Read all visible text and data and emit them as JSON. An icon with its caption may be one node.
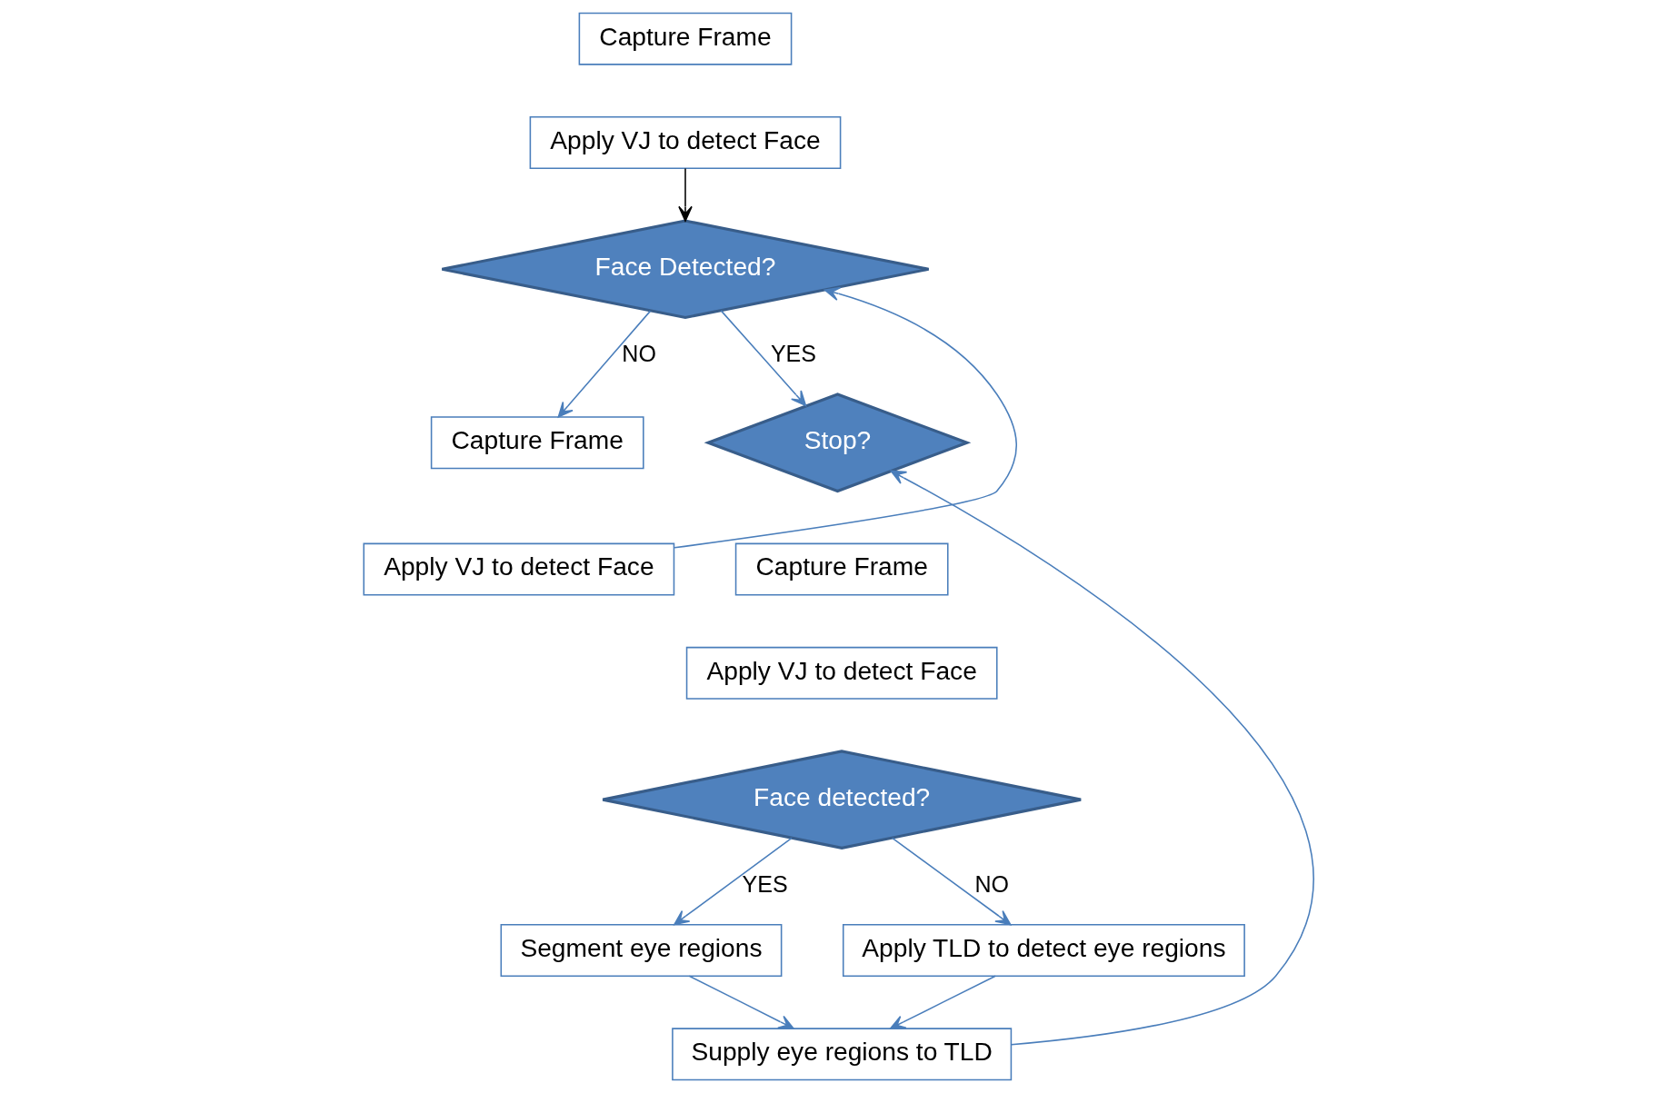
{
  "diagram": {
    "nodes": [
      {
        "text": [
          "Capture Frame"
        ]
      },
      {
        "text": [
          "Apply VJ to detect Face"
        ]
      },
      {
        "text": [
          "Face Detected?"
        ]
      },
      {
        "text": [
          "Capture Frame"
        ]
      },
      {
        "text": [
          "Apply VJ to detect Face"
        ]
      },
      {
        "text": [
          "Stop?"
        ]
      },
      {
        "text": [
          "Capture Frame"
        ]
      },
      {
        "text": [
          "Apply VJ to detect Face"
        ]
      },
      {
        "text": [
          "Face detected?"
        ]
      },
      {
        "text": [
          "Segment eye regions"
        ]
      },
      {
        "text": [
          "Apply TLD to detect eye regions"
        ]
      },
      {
        "text": [
          "Supply eye regions to TLD"
        ]
      }
    ],
    "edges": [
      {
        "from": 1,
        "to": 2,
        "arrow": "to",
        "color": "#000000"
      },
      {
        "from": 2,
        "to": 3,
        "arrow": "to",
        "label": "NO"
      },
      {
        "from": 4,
        "to": 2,
        "arrow": "to"
      },
      {
        "from": 2,
        "to": 5,
        "arrow": "to",
        "label": "YES"
      },
      {
        "from": 11,
        "to": 5,
        "arrow": "to"
      },
      {
        "from": 8,
        "to": 9,
        "arrow": "to",
        "label": "YES"
      },
      {
        "from": 8,
        "to": 10,
        "arrow": "to",
        "label": "NO"
      },
      {
        "from": 9,
        "to": 11,
        "arrow": "to"
      },
      {
        "from": 10,
        "to": 11,
        "arrow": "to"
      }
    ]
  }
}
